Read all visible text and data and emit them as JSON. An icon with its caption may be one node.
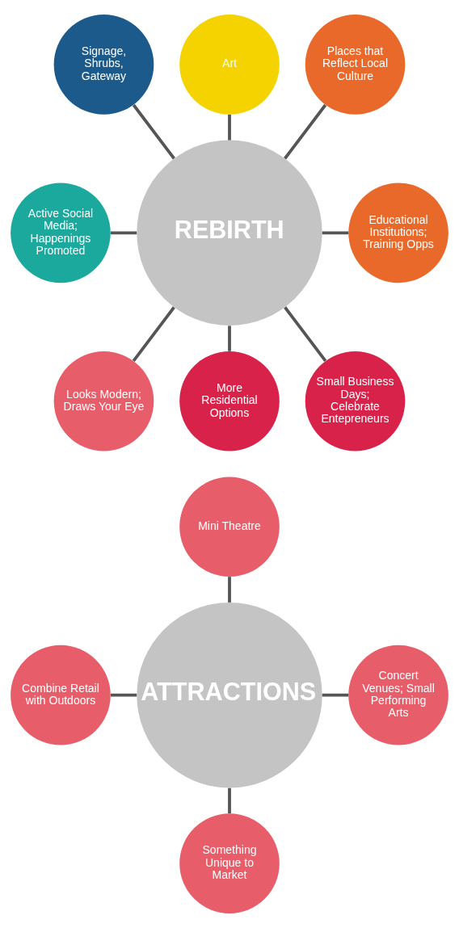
{
  "diagram": {
    "nodes": [
      {
        "text": [
          "REBIRTH"
        ]
      },
      {
        "text": [
          "Signage, Shrubs, Gateway"
        ]
      },
      {
        "text": [
          "Art"
        ]
      },
      {
        "text": [
          "Places that Reflect Local Culture"
        ]
      },
      {
        "text": [
          "Active Social Media; Happenings Promoted"
        ]
      },
      {
        "text": [
          "Educational Institutions; Training Opps"
        ]
      },
      {
        "text": [
          "Looks Modern; Draws Your Eye"
        ]
      },
      {
        "text": [
          "More Residential Options"
        ]
      },
      {
        "text": [
          "Small Business Days; Celebrate Entepreneurs"
        ]
      },
      {
        "text": [
          "Mini Theatre"
        ]
      },
      {
        "text": [
          "ATTRACTIONS"
        ]
      },
      {
        "text": [
          "Combine Retail with Outdoors"
        ]
      },
      {
        "text": [
          "Concert Venues; Small Performing Arts"
        ]
      },
      {
        "text": [
          "Something Unique to Market"
        ]
      }
    ],
    "edges": [
      {
        "from": 1,
        "to": 0,
        "arrow": "none"
      },
      {
        "from": 2,
        "to": 0,
        "arrow": "none"
      },
      {
        "from": 3,
        "to": 0,
        "arrow": "none"
      },
      {
        "from": 4,
        "to": 0,
        "arrow": "none"
      },
      {
        "from": 0,
        "to": 5,
        "arrow": "none"
      },
      {
        "from": 0,
        "to": 6,
        "arrow": "none"
      },
      {
        "from": 0,
        "to": 7,
        "arrow": "none"
      },
      {
        "from": 0,
        "to": 8,
        "arrow": "none"
      },
      {
        "from": 9,
        "to": 10,
        "arrow": "none"
      },
      {
        "from": 11,
        "to": 10,
        "arrow": "none"
      },
      {
        "from": 10,
        "to": 12,
        "arrow": "none"
      },
      {
        "from": 10,
        "to": 13,
        "arrow": "none"
      }
    ]
  }
}
